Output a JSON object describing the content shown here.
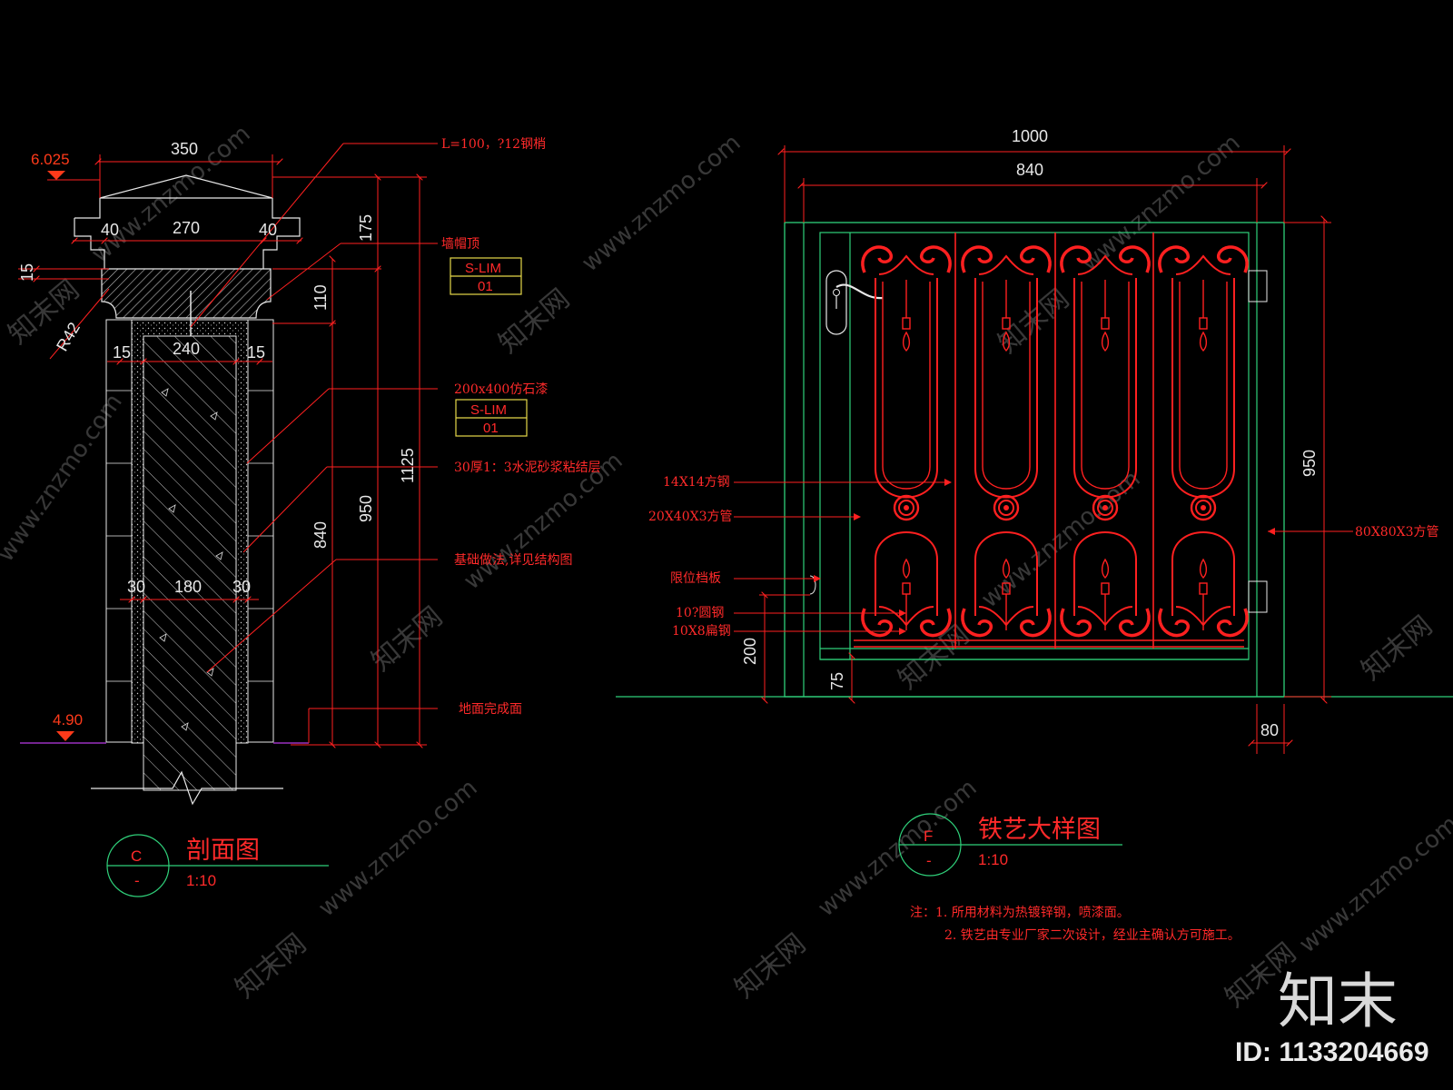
{
  "colors": {
    "background": "#000000",
    "dimension_line": "#ff2020",
    "dimension_text": "#e8e8e8",
    "annotation": "#ff2a2a",
    "frame": "#2fd07a",
    "pillar_outline": "#e8e8e8",
    "tag_box": "#e6d84a",
    "ironwork": "#ff2020",
    "ground_line": "#9b30c0"
  },
  "section_c": {
    "levels": {
      "top": "6.025",
      "ground": "4.90"
    },
    "dims": {
      "width_total": "350",
      "cap_left": "40",
      "cap_mid": "270",
      "cap_right": "40",
      "lip": "15",
      "radius": "R42",
      "body_left": "15",
      "body_mid": "240",
      "body_right": "15",
      "core_left": "30",
      "core_mid": "180",
      "core_right": "30",
      "h_175": "175",
      "h_110": "110",
      "h_1125": "1125",
      "h_950": "950",
      "h_840": "840"
    },
    "annotations": {
      "rebar": "L=100，?12钢梢",
      "cap": "墙帽顶",
      "stone_paint": "200x400仿石漆",
      "mortar": "30厚1：3水泥砂浆粘结层",
      "foundation": "基础做法,详见结构图",
      "floor": "地面完成面"
    },
    "tags": [
      {
        "code": "S-LIM",
        "num": "01"
      },
      {
        "code": "S-LIM",
        "num": "01"
      }
    ],
    "title": {
      "letter": "C",
      "sub": "-",
      "name": "剖面图",
      "scale": "1:10"
    }
  },
  "detail_f": {
    "dims": {
      "w_1000": "1000",
      "w_840": "840",
      "h_950": "950",
      "h_200": "200",
      "h_75": "75",
      "w_80": "80"
    },
    "annotations": {
      "sq_bar": "14X14方钢",
      "tube": "20X40X3方管",
      "stopper": "限位档板",
      "round_bar": "10?圆钢",
      "flat_bar": "10X8扁钢",
      "post": "80X80X3方管"
    },
    "title": {
      "letter": "F",
      "sub": "-",
      "name": "铁艺大样图",
      "scale": "1:10"
    },
    "notes": [
      "注：1. 所用材料为热镀锌钢，喷漆面。",
      "2. 铁艺由专业厂家二次设计，经业主确认方可施工。"
    ]
  },
  "watermark": {
    "url": "www.znzmo.com",
    "brand": "知末网",
    "logo": "知末",
    "id": "ID: 1133204669"
  }
}
